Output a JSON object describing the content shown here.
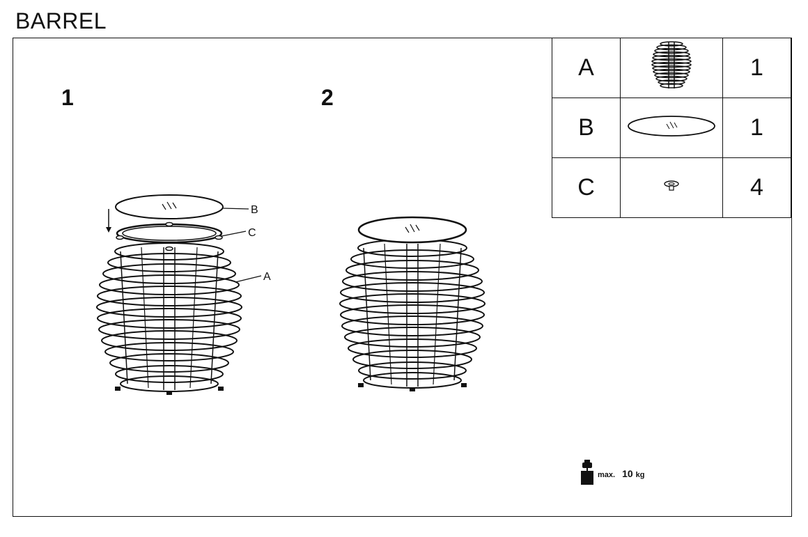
{
  "title": "BARREL",
  "steps": [
    "1",
    "2"
  ],
  "callouts": {
    "b": "B",
    "c": "C",
    "a": "A"
  },
  "parts": [
    {
      "letter": "A",
      "qty": "1",
      "icon": "barrel-frame-icon"
    },
    {
      "letter": "B",
      "qty": "1",
      "icon": "glass-top-icon"
    },
    {
      "letter": "C",
      "qty": "4",
      "icon": "pad-icon"
    }
  ],
  "max_load": {
    "prefix": "max.",
    "value": "10",
    "unit": "kg"
  }
}
